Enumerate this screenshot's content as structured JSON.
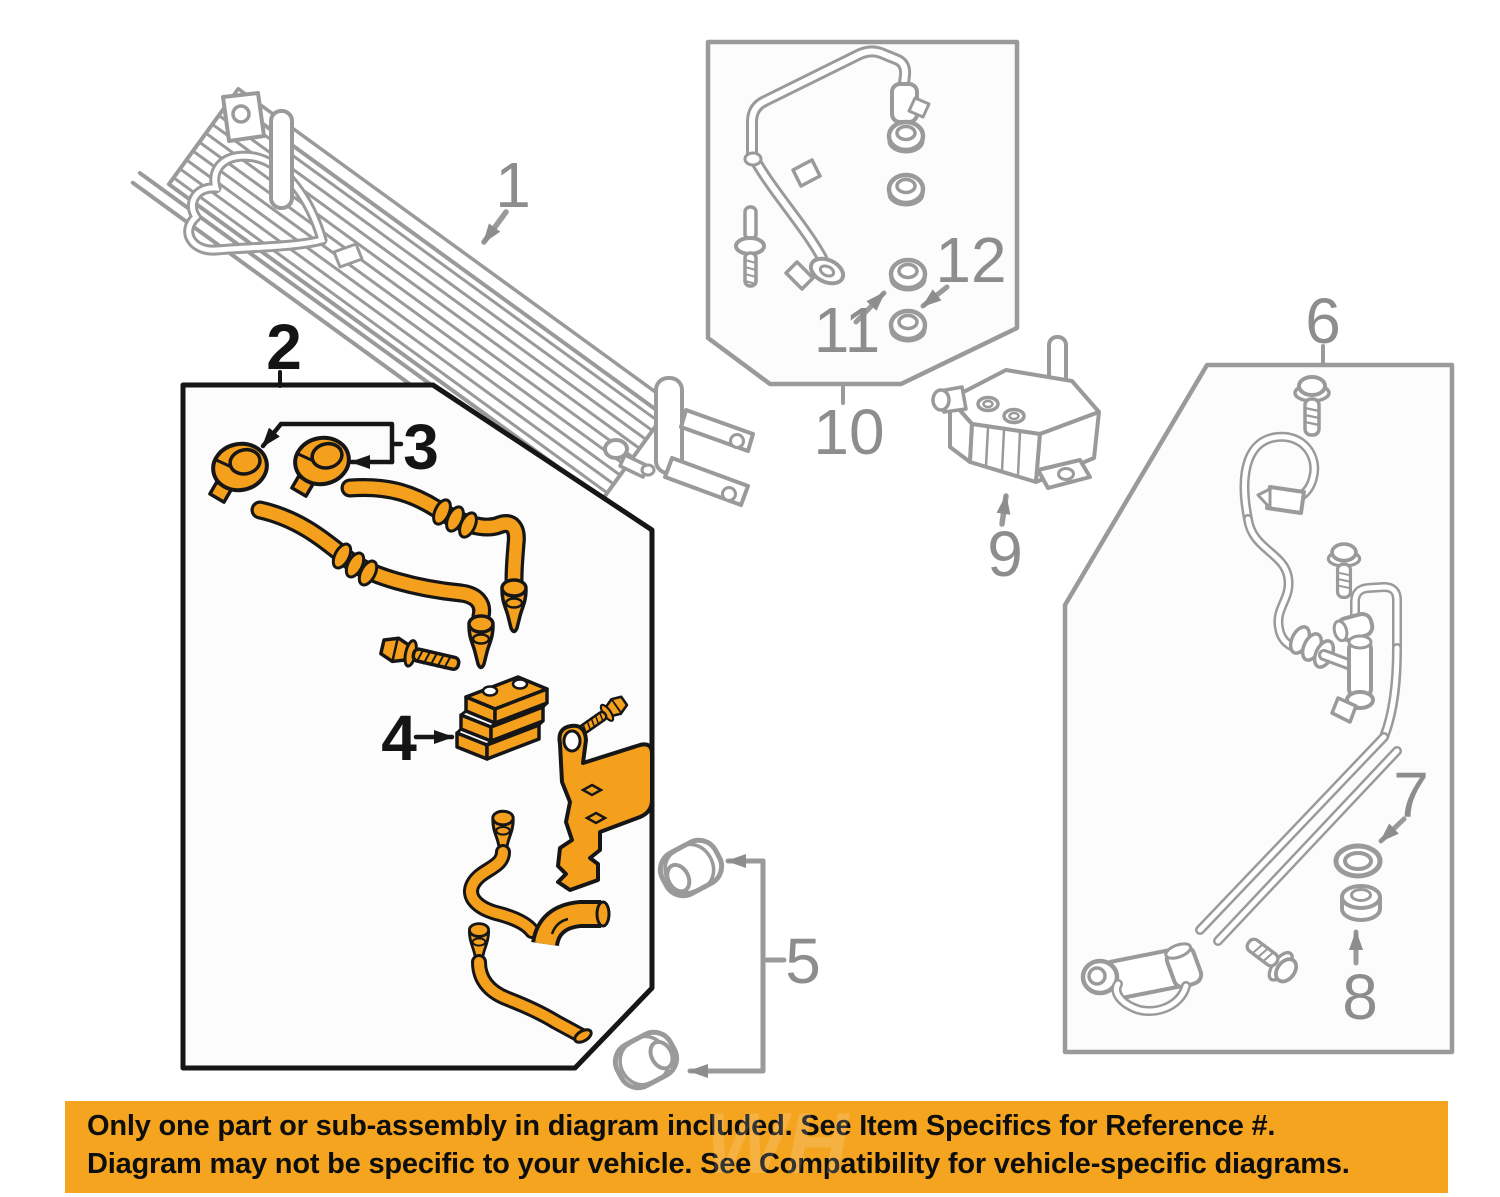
{
  "colors": {
    "banner_bg": "#F4A41E",
    "highlight_orange": "#F5A01D",
    "diagram_gray": "#9A9A9A",
    "label_gray": "#8D8D8D",
    "outline_black": "#161616"
  },
  "callouts": {
    "c1": "1",
    "c2": "2",
    "c3": "3",
    "c4": "4",
    "c5": "5",
    "c6": "6",
    "c7": "7",
    "c8": "8",
    "c9": "9",
    "c10": "10",
    "c11": "11",
    "c12": "12"
  },
  "banner": {
    "line1": "Only one part or sub-assembly in diagram included. See Item Specifics for Reference #.",
    "line2": "Diagram may not be specific to your vehicle. See Compatibility for vehicle-specific diagrams.",
    "watermark": "WH"
  }
}
